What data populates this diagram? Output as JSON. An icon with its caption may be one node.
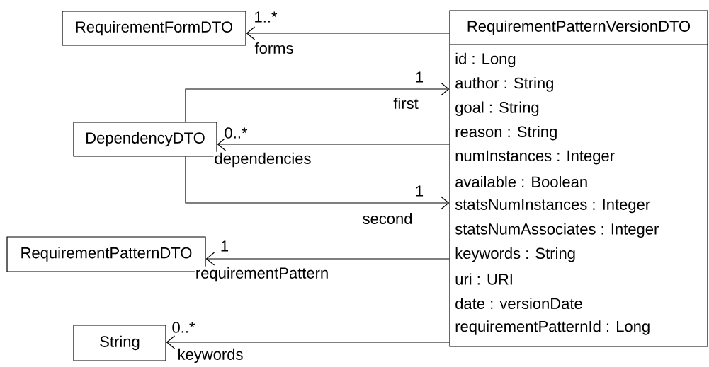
{
  "diagram": {
    "nodes": [
      {
        "text": [
          "RequirementFormDTO"
        ]
      },
      {
        "text": [
          "RequirementPatternVersionDTO",
          "id : Long",
          "author : String",
          "goal : String",
          "reason : String",
          "numInstances : Integer",
          "available : Boolean",
          "statsNumInstances : Integer",
          "statsNumAssociates : Integer",
          "keywords : String",
          "uri : URI",
          "date : versionDate",
          "requirementPatternId : Long"
        ]
      },
      {
        "text": [
          "DependencyDTO"
        ]
      },
      {
        "text": [
          "RequirementPatternDTO"
        ]
      },
      {
        "text": [
          "String"
        ]
      }
    ],
    "edges": [
      {
        "from": 1,
        "to": 0,
        "arrow": "to",
        "label": "forms"
      },
      {
        "from": 2,
        "to": 1,
        "arrow": "to",
        "label": "first"
      },
      {
        "from": 1,
        "to": 2,
        "arrow": "to",
        "label": "dependencies"
      },
      {
        "from": 2,
        "to": 1,
        "arrow": "to",
        "label": "second"
      },
      {
        "from": 1,
        "to": 3,
        "arrow": "to",
        "label": "requirementPattern"
      },
      {
        "from": 1,
        "to": 4,
        "arrow": "to",
        "label": "keywords"
      }
    ],
    "labels": [
      "1..*",
      "1",
      "0..*",
      "1",
      "1",
      "0..*"
    ]
  }
}
